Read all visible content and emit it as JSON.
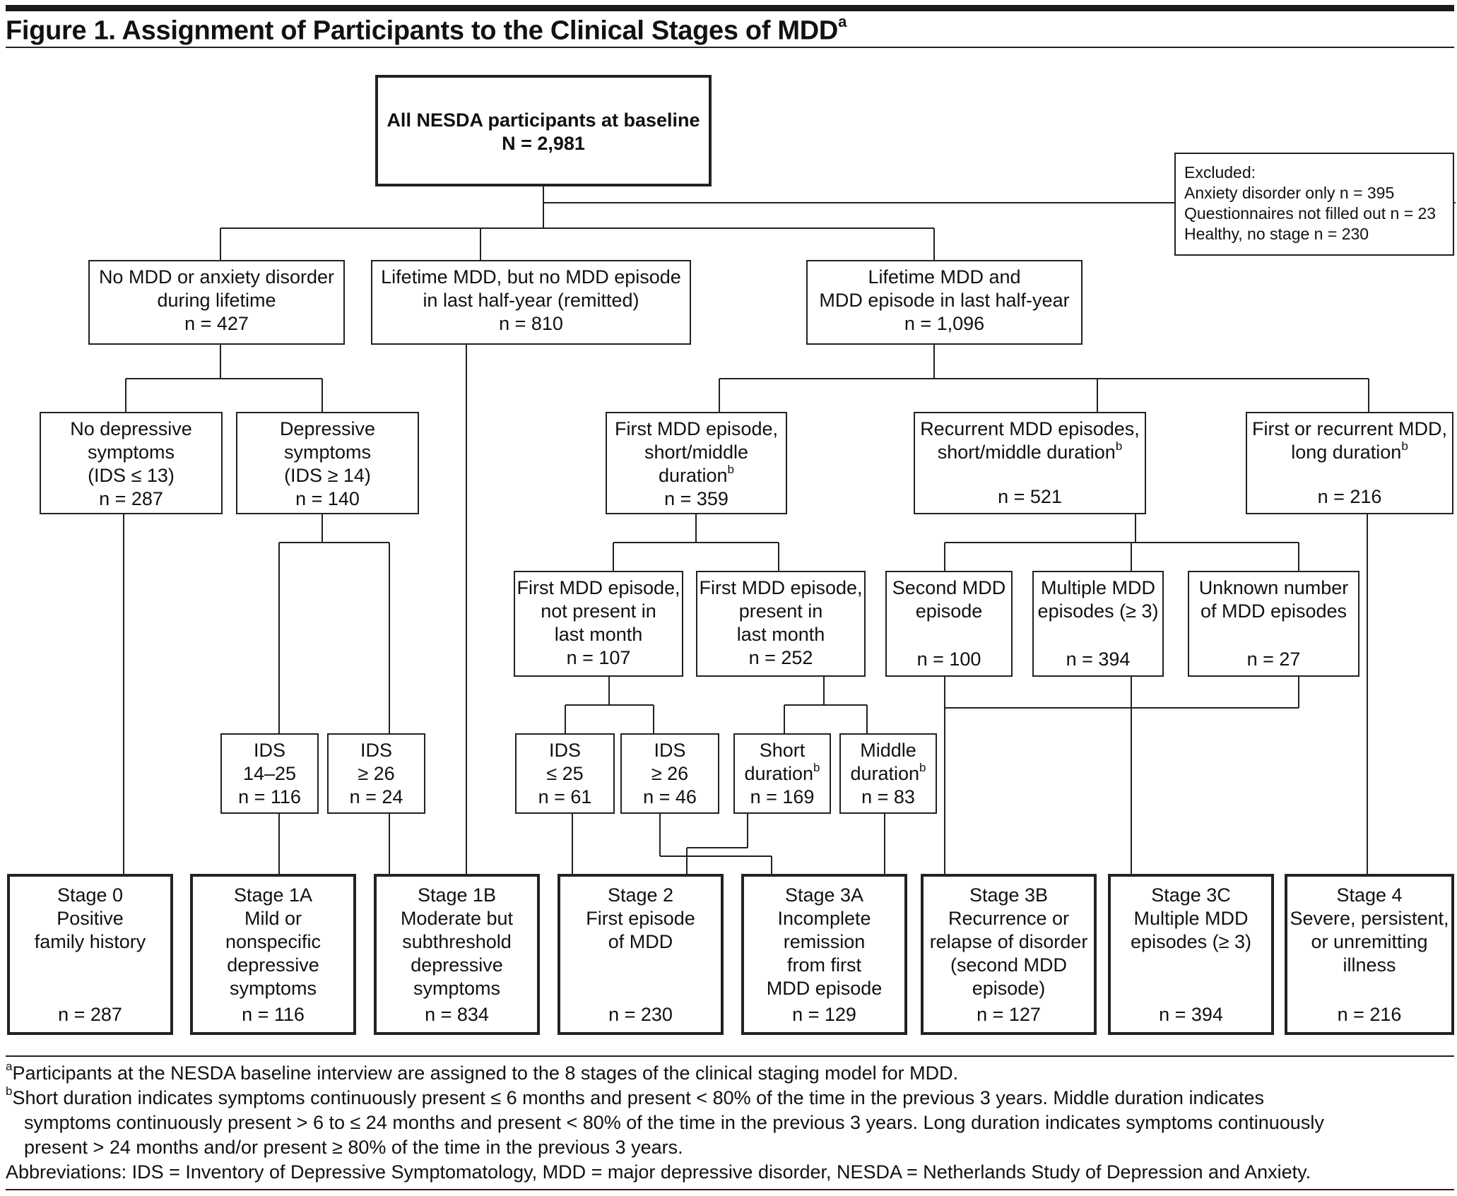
{
  "figure": {
    "title": "Figure 1. Assignment of Participants to the Clinical Stages of MDD",
    "title_sup": "a"
  },
  "boxes": {
    "root": {
      "lines": [
        "All NESDA participants at baseline",
        "N = 2,981"
      ]
    },
    "no_mdd": {
      "lines": [
        "No MDD or anxiety disorder",
        "during lifetime",
        "n = 427"
      ]
    },
    "remitted": {
      "lines": [
        "Lifetime MDD, but no MDD episode",
        "in last half-year (remitted)",
        "n = 810"
      ]
    },
    "recent": {
      "lines": [
        "Lifetime MDD and",
        "MDD episode in last half-year",
        "n = 1,096"
      ]
    },
    "no_dep": {
      "lines": [
        "No depressive",
        "symptoms",
        "(IDS ≤ 13)",
        "n = 287"
      ]
    },
    "dep": {
      "lines": [
        "Depressive",
        "symptoms",
        "(IDS ≥ 14)",
        "n = 140"
      ]
    },
    "first_short": {
      "lines": [
        "First MDD episode,",
        "short/middle",
        "duration"
      ],
      "sup": "b",
      "n": "n = 359"
    },
    "recur_short": {
      "lines": [
        "Recurrent MDD episodes,",
        "short/middle duration"
      ],
      "sup": "b",
      "n": "n = 521"
    },
    "long": {
      "lines": [
        "First or recurrent MDD,",
        "long duration"
      ],
      "sup": "b",
      "n": "n = 216"
    },
    "not_present": {
      "lines": [
        "First MDD episode,",
        "not present in",
        "last  month",
        "n = 107"
      ]
    },
    "present": {
      "lines": [
        "First MDD episode,",
        "present in",
        "last month",
        "n = 252"
      ]
    },
    "second": {
      "lines": [
        "Second MDD",
        "episode"
      ],
      "n": "n = 100"
    },
    "multiple": {
      "lines": [
        "Multiple MDD",
        "episodes (≥ 3)"
      ],
      "n": "n = 394"
    },
    "unknown": {
      "lines": [
        "Unknown number",
        "of MDD episodes"
      ],
      "n": "n = 27"
    },
    "ids_14_25": {
      "lines": [
        "IDS",
        "14–25",
        "n = 116"
      ]
    },
    "ids_ge26_a": {
      "lines": [
        "IDS",
        "≥ 26",
        "n = 24"
      ]
    },
    "ids_le25": {
      "lines": [
        "IDS",
        "≤ 25",
        "n = 61"
      ]
    },
    "ids_ge26_b": {
      "lines": [
        "IDS",
        "≥ 26",
        "n = 46"
      ]
    },
    "short_dur": {
      "lines": [
        "Short",
        "duration"
      ],
      "sup": "b",
      "n": "n = 169"
    },
    "middle_dur": {
      "lines": [
        "Middle",
        "duration"
      ],
      "sup": "b",
      "n": "n = 83"
    }
  },
  "excluded": {
    "lines": [
      "Excluded:",
      "Anxiety disorder only  n = 395",
      "Questionnaires not filled out  n = 23",
      "Healthy, no stage  n = 230"
    ]
  },
  "stages": [
    {
      "lines": [
        "Stage 0",
        "Positive",
        "family history"
      ],
      "n": "n =  287"
    },
    {
      "lines": [
        "Stage 1A",
        "Mild or",
        "nonspecific",
        "depressive",
        "symptoms"
      ],
      "n": "n = 116"
    },
    {
      "lines": [
        "Stage 1B",
        "Moderate but",
        "subthreshold",
        "depressive",
        "symptoms"
      ],
      "n": "n = 834"
    },
    {
      "lines": [
        "Stage 2",
        "First episode",
        "of MDD"
      ],
      "n": "n = 230"
    },
    {
      "lines": [
        "Stage 3A",
        "Incomplete",
        "remission",
        "from first",
        "MDD episode"
      ],
      "n": "n = 129"
    },
    {
      "lines": [
        "Stage 3B",
        "Recurrence or",
        "relapse of disorder",
        "(second MDD",
        "episode)"
      ],
      "n": "n = 127"
    },
    {
      "lines": [
        "Stage 3C",
        "Multiple MDD",
        "episodes (≥ 3)"
      ],
      "n": "n = 394"
    },
    {
      "lines": [
        "Stage 4",
        "Severe, persistent,",
        "or unremitting",
        "illness"
      ],
      "n": "n = 216"
    }
  ],
  "footnotes": {
    "a_mark": "a",
    "a": "Participants at the NESDA baseline interview are assigned to the 8 stages of the clinical staging model for MDD.",
    "b_mark": "b",
    "b_lines": [
      "Short duration indicates symptoms continuously present ≤ 6 months and present < 80% of the time in the previous 3 years. Middle duration indicates",
      "symptoms continuously present > 6 to   ≤ 24 months and present < 80% of the time in the previous 3 years. Long duration indicates symptoms continuously",
      "present > 24 months and/or present ≥ 80% of the time in the previous 3 years."
    ],
    "abbreviations": "Abbreviations: IDS = Inventory of Depressive Symptomatology, MDD = major depressive disorder, NESDA = Netherlands Study of Depression and Anxiety."
  }
}
